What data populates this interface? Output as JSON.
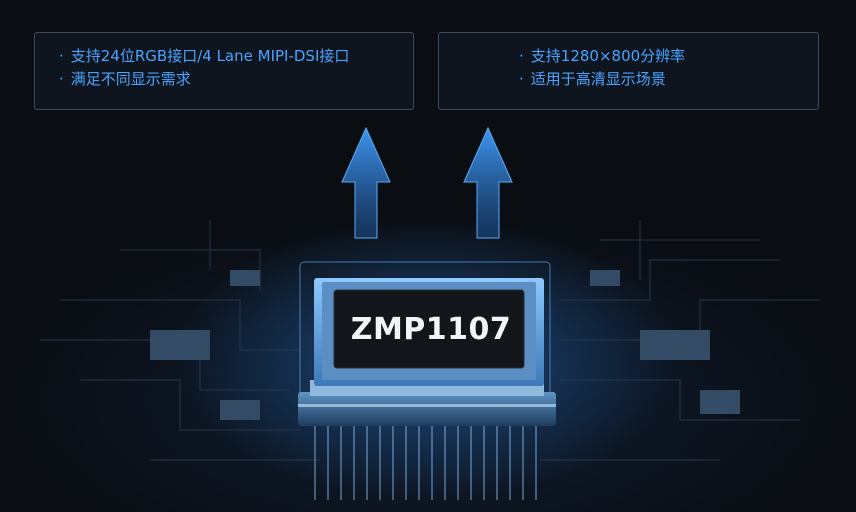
{
  "features": {
    "left": [
      {
        "bullet": "·",
        "text": "支持24位RGB接口/4 Lane MIPI-DSI接口"
      },
      {
        "bullet": "·",
        "text": "满足不同显示需求"
      }
    ],
    "right": [
      {
        "bullet": "·",
        "text": "支持1280×800分辨率"
      },
      {
        "bullet": "·",
        "text": "适用于高清显示场景"
      }
    ]
  },
  "chip": {
    "label": "ZMP1107"
  },
  "colors": {
    "accent": "#4aa3ff",
    "arrow": "#2f7fd8",
    "background": "#0a0d12"
  },
  "icons": [
    "arrow-up-icon",
    "arrow-up-icon"
  ]
}
